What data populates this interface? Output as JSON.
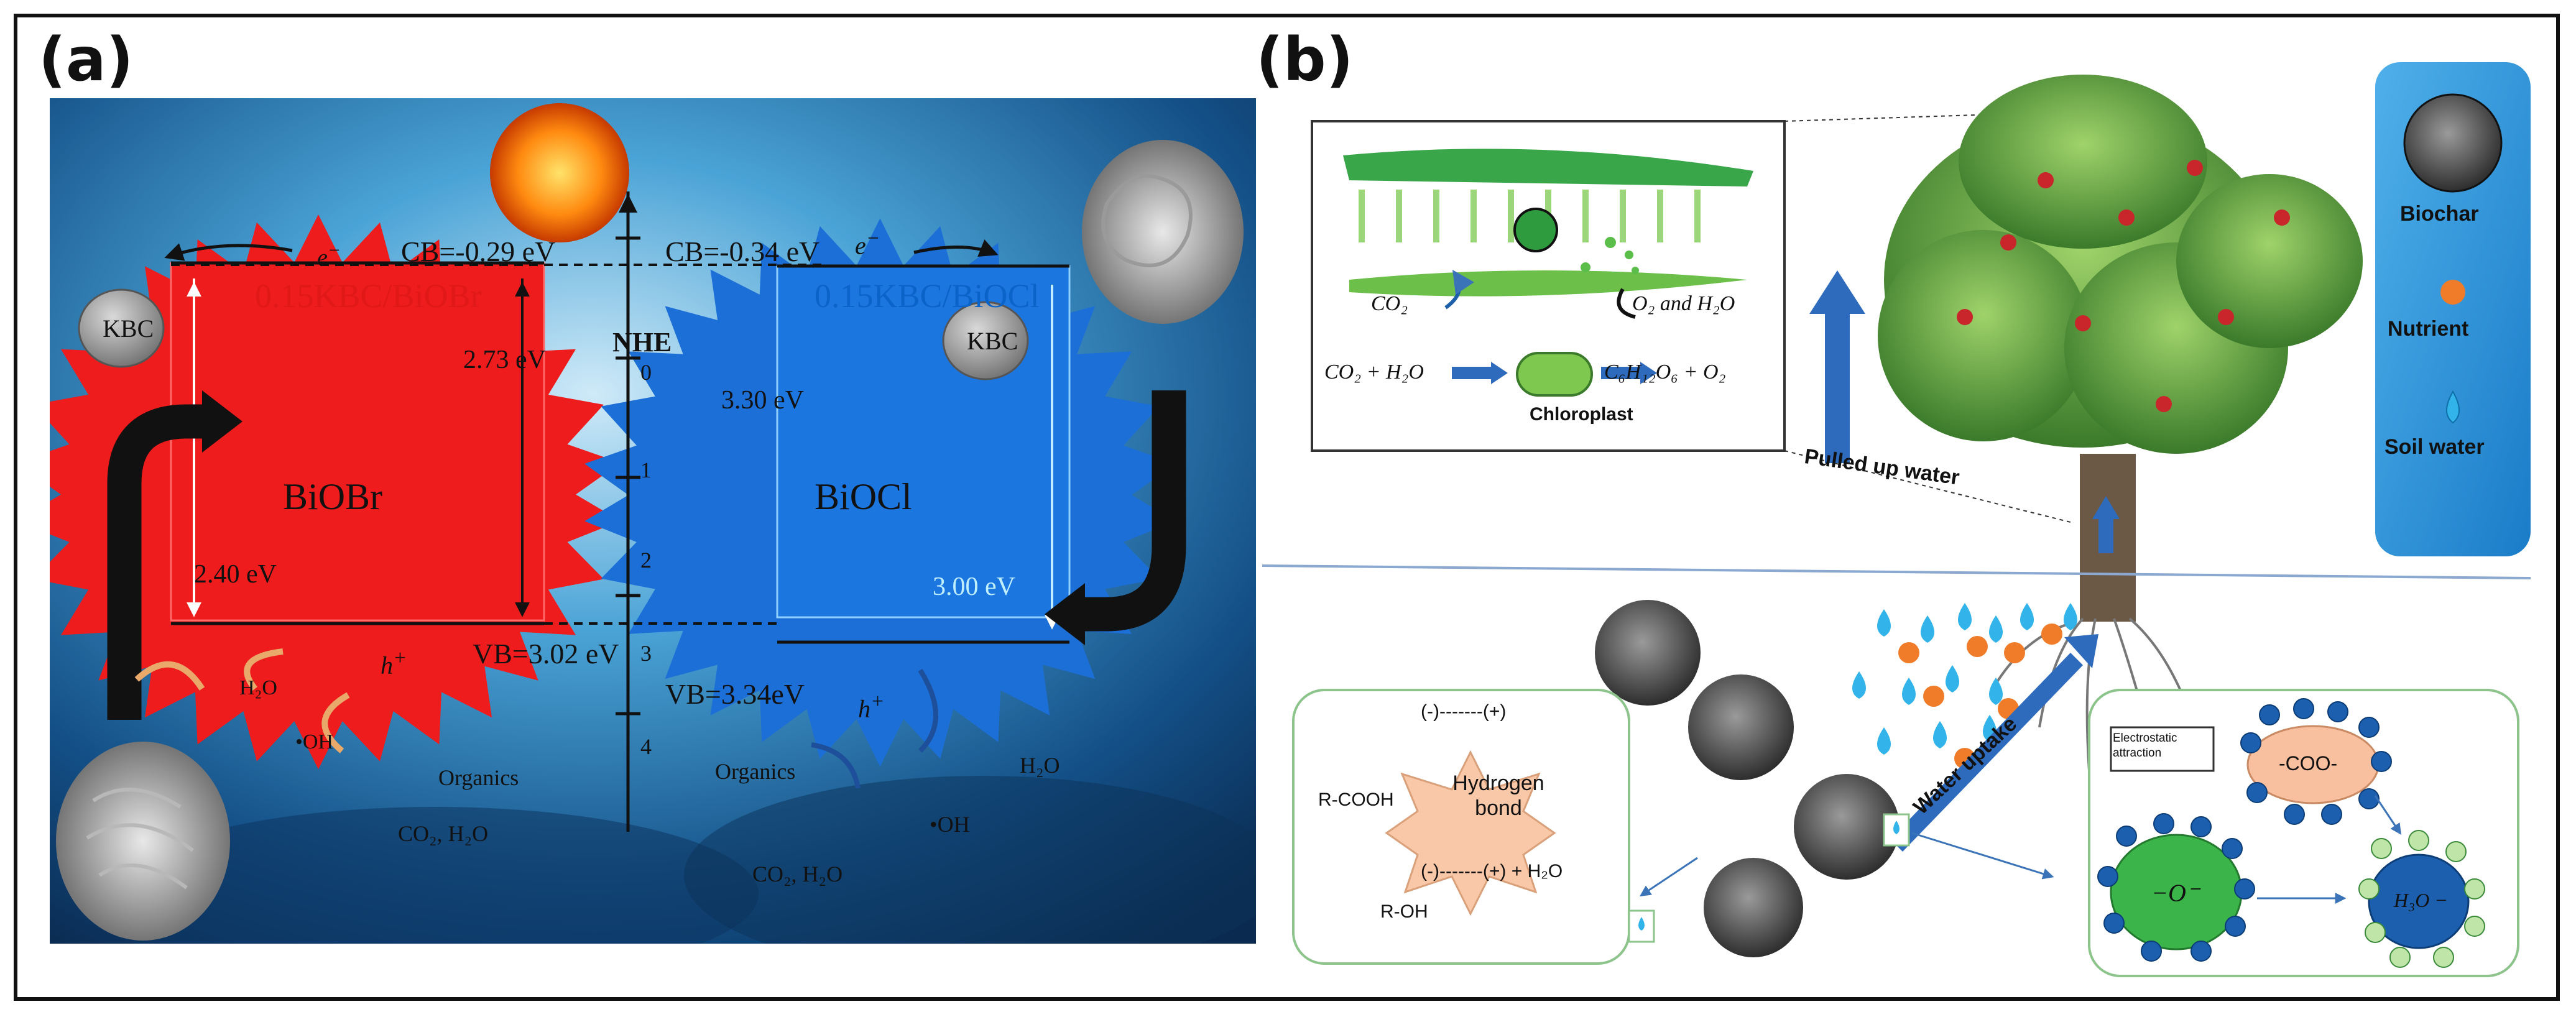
{
  "panel_a": {
    "label": "(a)",
    "left_title": "0.15KBC/BiOBr",
    "right_title": "0.15KBC/BiOCl",
    "nhe": "NHE",
    "scale_ticks": [
      "0",
      "1",
      "2",
      "3",
      "4"
    ],
    "kbc_label": "KBC",
    "electron": "e",
    "hole": "h",
    "biobr": {
      "name": "BiOBr",
      "cb": "CB=-0.29 eV",
      "vb": "VB=3.02 eV",
      "gap": "2.73 eV",
      "gap_inner": "2.40 eV"
    },
    "biocl": {
      "name": "BiOCl",
      "cb": "CB=-0.34 eV",
      "vb": "VB=3.34eV",
      "gap": "3.30 eV",
      "gap_inner": "3.00 eV"
    },
    "water": "H₂O",
    "hydroxyl": "•OH",
    "organics": "Organics",
    "products": "CO₂, H₂O",
    "colors": {
      "biobr": "#ee1c1c",
      "biocl": "#1d6fd8",
      "title_red": "#e01818",
      "title_blue": "#0a63c8"
    }
  },
  "panel_b": {
    "label": "(b)",
    "photosynthesis": {
      "co2": "CO₂",
      "o2_h2o": "O₂ and H₂O",
      "reactants": "CO₂ + H₂O",
      "products": "C₆H₁₂O₆ + O₂",
      "chloroplast": "Chloroplast"
    },
    "pulled_up_water": "Pulled up water",
    "water_uptake": "Water uptake",
    "legend": {
      "biochar": "Biochar",
      "nutrient": "Nutrient",
      "soil_water": "Soil water"
    },
    "hbond": {
      "top": "(-)-------(+)",
      "bond": "Hydrogen bond",
      "bottom": "(-)-------(+) + H₂O",
      "rcooh": "R-COOH",
      "roh": "R-OH"
    },
    "electro": {
      "title": "Electrostatic attraction",
      "coo": "-COO-",
      "o_minus": "−O⁻",
      "h3o": "H₃O −"
    }
  }
}
